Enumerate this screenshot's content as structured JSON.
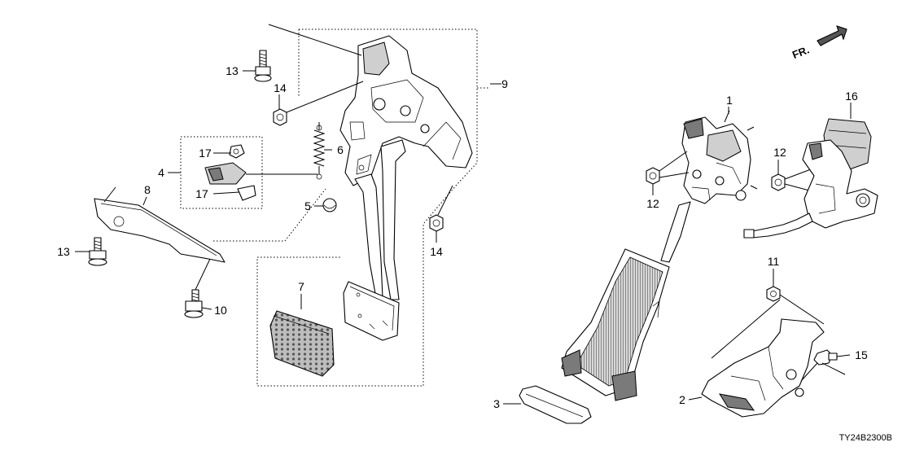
{
  "direction": {
    "label": "FR."
  },
  "diagram_code": "TY24B2300B",
  "callouts": [
    {
      "id": "1",
      "text": "1"
    },
    {
      "id": "2",
      "text": "2"
    },
    {
      "id": "3",
      "text": "3"
    },
    {
      "id": "4",
      "text": "4"
    },
    {
      "id": "5",
      "text": "5"
    },
    {
      "id": "6",
      "text": "6"
    },
    {
      "id": "7",
      "text": "7"
    },
    {
      "id": "8",
      "text": "8"
    },
    {
      "id": "9",
      "text": "9"
    },
    {
      "id": "10",
      "text": "10"
    },
    {
      "id": "11",
      "text": "11"
    },
    {
      "id": "12a",
      "text": "12"
    },
    {
      "id": "12b",
      "text": "12"
    },
    {
      "id": "13a",
      "text": "13"
    },
    {
      "id": "13b",
      "text": "13"
    },
    {
      "id": "14a",
      "text": "14"
    },
    {
      "id": "14b",
      "text": "14"
    },
    {
      "id": "15",
      "text": "15"
    },
    {
      "id": "16",
      "text": "16"
    },
    {
      "id": "17a",
      "text": "17"
    },
    {
      "id": "17b",
      "text": "17"
    }
  ]
}
